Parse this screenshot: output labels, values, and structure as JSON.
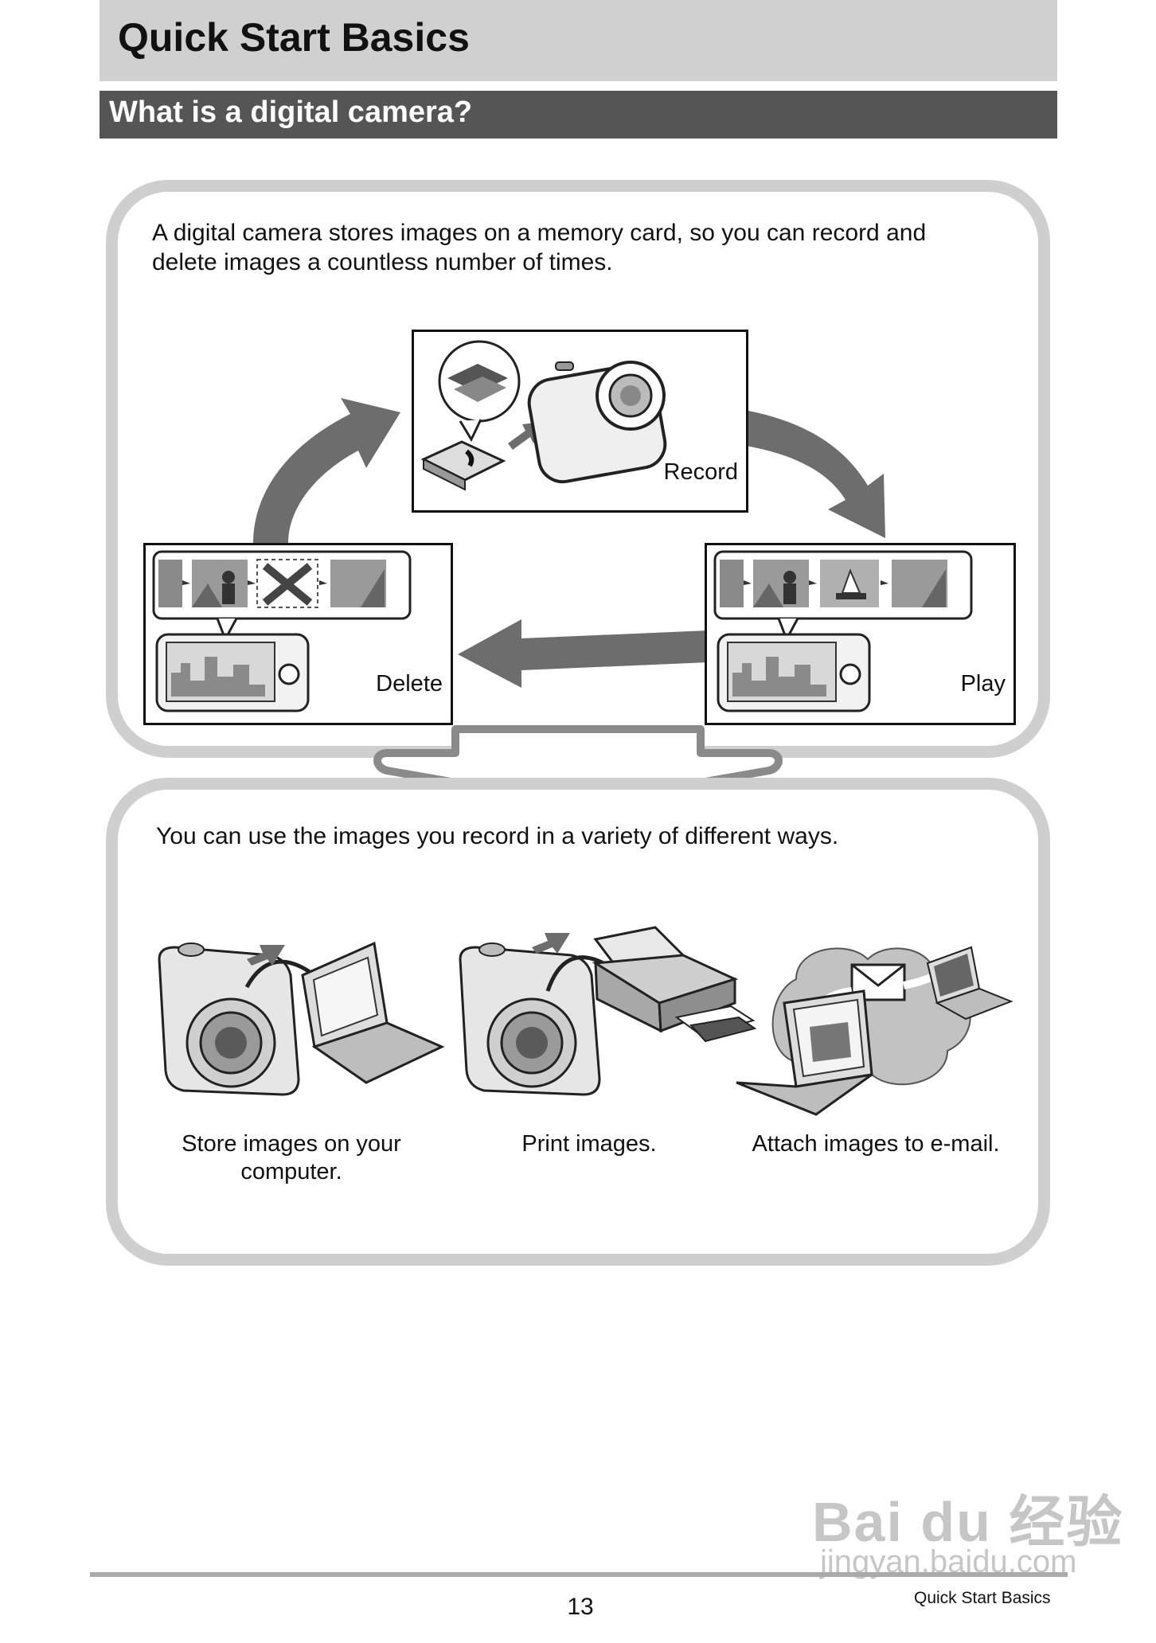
{
  "header": {
    "title": "Quick Start Basics",
    "section_title": "What is a digital camera?"
  },
  "cycle_panel": {
    "intro_line1": "A digital camera stores images on a memory card, so you can record and",
    "intro_line2": "delete images a countless number of times.",
    "record_label": "Record",
    "play_label": "Play",
    "delete_label": "Delete"
  },
  "uses_panel": {
    "intro": "You can use the images you record in a variety of different ways.",
    "store_line1": "Store images on your",
    "store_line2": "computer.",
    "print_caption": "Print images.",
    "email_caption": "Attach images to e-mail."
  },
  "footer": {
    "page_number": "13",
    "section_name": "Quick Start Basics"
  },
  "watermark": {
    "logo": "Bai du 经验",
    "url": "jingyan.baidu.com"
  }
}
